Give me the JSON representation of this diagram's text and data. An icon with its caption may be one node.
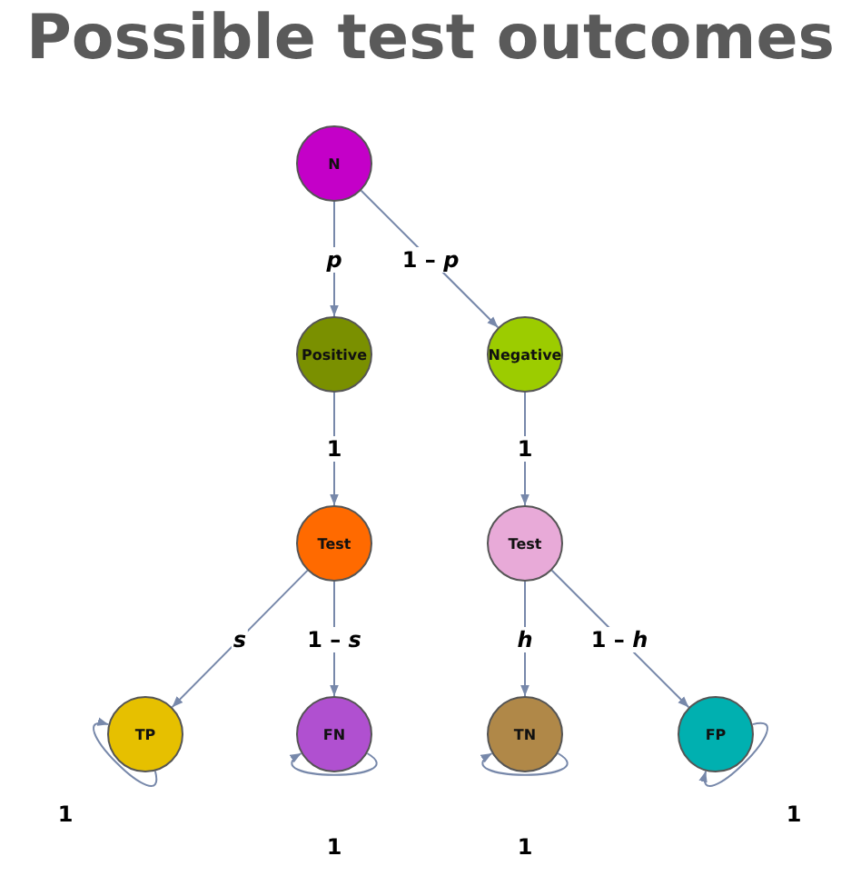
{
  "diagram": {
    "title": "Possible test outcomes",
    "nodes": [
      {
        "text": [
          "N"
        ]
      },
      {
        "text": [
          "Positive"
        ]
      },
      {
        "text": [
          "Negative"
        ]
      },
      {
        "text": [
          "Test"
        ]
      },
      {
        "text": [
          "Test"
        ]
      },
      {
        "text": [
          "TP"
        ]
      },
      {
        "text": [
          "FN"
        ]
      },
      {
        "text": [
          "TN"
        ]
      },
      {
        "text": [
          "FP"
        ]
      }
    ],
    "edges": [
      {
        "from": 0,
        "to": 1,
        "arrow": "to",
        "label": "*p*"
      },
      {
        "from": 0,
        "to": 2,
        "arrow": "to",
        "label": "1 – *p*"
      },
      {
        "from": 1,
        "to": 3,
        "arrow": "to",
        "label": "1"
      },
      {
        "from": 2,
        "to": 4,
        "arrow": "to",
        "label": "1"
      },
      {
        "from": 3,
        "to": 5,
        "arrow": "to",
        "label": "*s*"
      },
      {
        "from": 3,
        "to": 6,
        "arrow": "to",
        "label": "1 – *s*"
      },
      {
        "from": 4,
        "to": 7,
        "arrow": "to",
        "label": "*h*"
      },
      {
        "from": 4,
        "to": 8,
        "arrow": "to",
        "label": "1 – *h*"
      },
      {
        "from": 5,
        "to": 5,
        "arrow": "to",
        "label": "1"
      },
      {
        "from": 6,
        "to": 6,
        "arrow": "to",
        "label": "1"
      },
      {
        "from": 7,
        "to": 7,
        "arrow": "to",
        "label": "1"
      },
      {
        "from": 8,
        "to": 8,
        "arrow": "to",
        "label": "1"
      }
    ]
  }
}
